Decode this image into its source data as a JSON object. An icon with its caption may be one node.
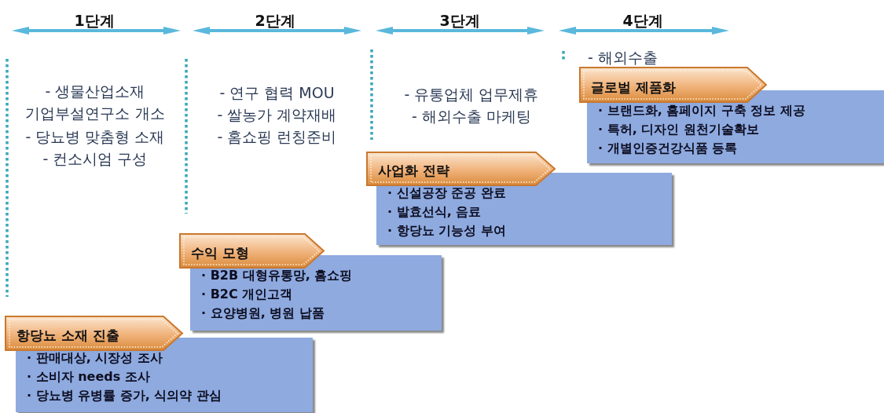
{
  "diagram": {
    "nodes": [
      {
        "text": [
          "항당뇨 소재 진출",
          "· 판매대상, 시장성 조사",
          "· 소비자 needs 조사",
          "· 당뇨병 유병률 증가, 식의약 관심"
        ]
      },
      {
        "text": [
          "수익 모형",
          "· B2B 대형유통망, 홈쇼핑",
          "· B2C 개인고객",
          "· 요양병원, 병원 납품"
        ]
      },
      {
        "text": [
          "사업화 전략",
          "· 신설공장 준공 완료",
          "· 발효선식, 음료",
          "· 항당뇨 기능성 부여"
        ]
      },
      {
        "text": [
          "글로벌 제품화",
          "· 브랜드화, 홈페이지 구축 정보 제공",
          "· 특허, 디자인 원천기술확보",
          "· 개별인증건강식품 등록"
        ]
      }
    ],
    "labels": [
      "1단계",
      "2단계",
      "3단계",
      "4단계",
      "- 생물산업소재 기업부설연구소 개소",
      "- 당뇨병 맞춤형 소재",
      "- 컨소시엄 구성",
      "- 연구 협력 MOU",
      "- 쌀농가 계약재배",
      "- 홈쇼핑 런칭준비",
      "- 유통업체 업무제휴",
      "- 해외수출 마케팅",
      "- 해외수출"
    ]
  }
}
